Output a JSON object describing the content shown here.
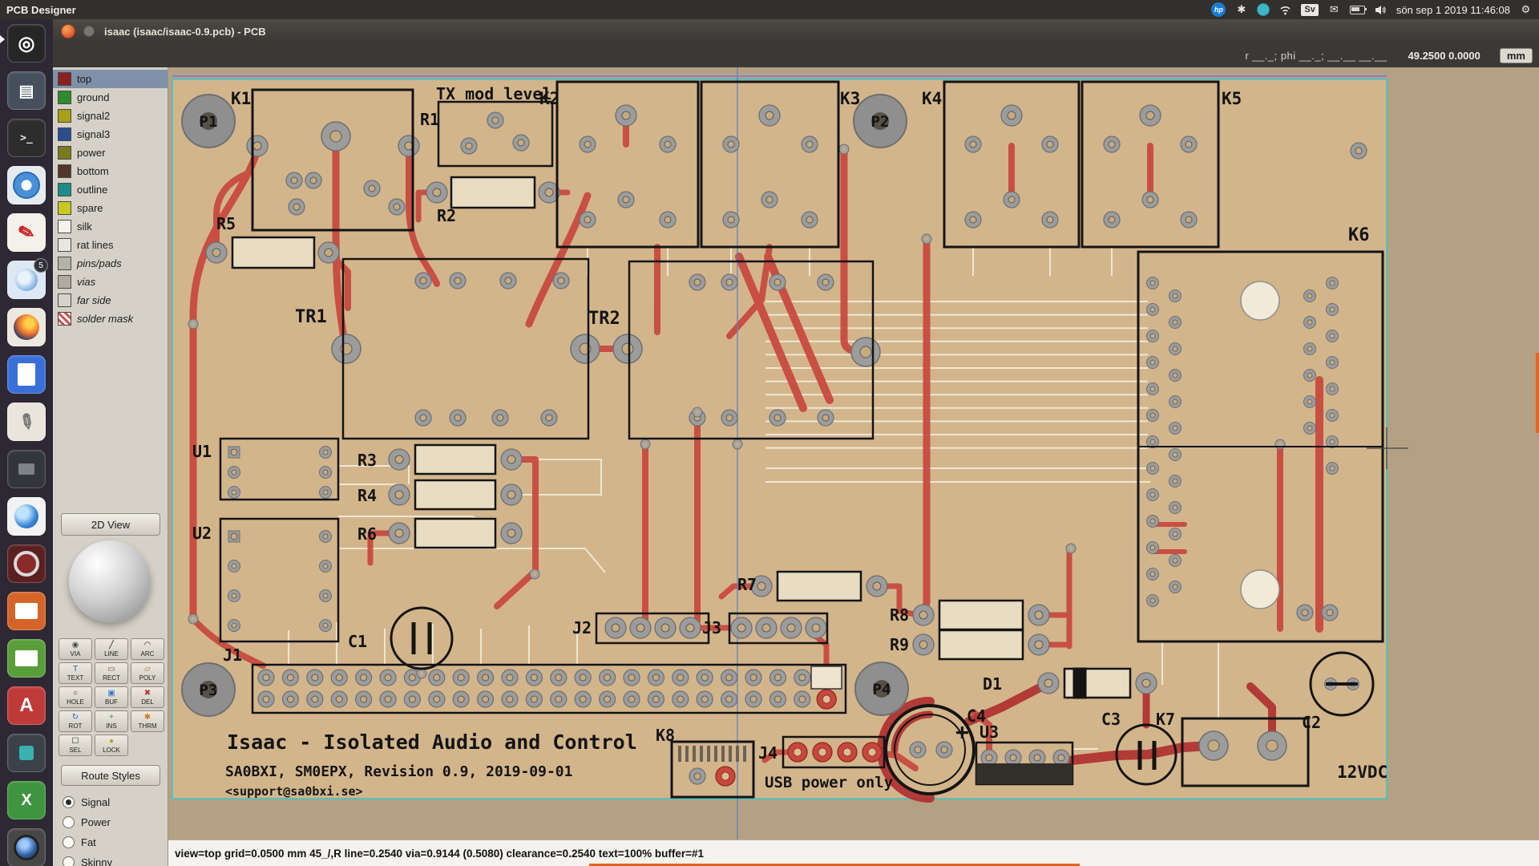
{
  "system_bar": {
    "app_title": "PCB Designer",
    "hp_logo": "hp",
    "tray_star": "✱",
    "mail_glyph": "✉",
    "gear_glyph": "⚙",
    "keyboard_layout": "Sv",
    "clock": "sön sep 1 2019 11:46:08"
  },
  "window": {
    "title": "isaac (isaac/isaac-0.9.pcb) - PCB",
    "readout_rel": "r __._; phi __._;   __.__ __.__",
    "readout_abs": "49.2500 0.0000",
    "unit_button": "mm"
  },
  "launcher": {
    "pcb_glyph": "◎",
    "files_glyph": "▤",
    "terminal_glyph": ">_",
    "draw_glyph": "✎",
    "paint_badge": "5",
    "pencil_glyph": "✎",
    "fonts_glyph": "A",
    "xterm_glyph": "X"
  },
  "layers": [
    {
      "label": "top",
      "color": "#8b2020",
      "selected": true
    },
    {
      "label": "ground",
      "color": "#2e8b2e",
      "selected": false
    },
    {
      "label": "signal2",
      "color": "#a8a015",
      "selected": false
    },
    {
      "label": "signal3",
      "color": "#2a4d8f",
      "selected": false
    },
    {
      "label": "power",
      "color": "#7a7a1e",
      "selected": false
    },
    {
      "label": "bottom",
      "color": "#53362a",
      "selected": false
    },
    {
      "label": "outline",
      "color": "#1e8b8b",
      "selected": false
    },
    {
      "label": "spare",
      "color": "#c8c81e",
      "selected": false
    },
    {
      "label": "silk",
      "color": "#f4f2ec",
      "selected": false
    },
    {
      "label": "rat lines",
      "color": "#e8e6e0",
      "selected": false
    },
    {
      "label": "pins/pads",
      "color": "#b6b2aa",
      "selected": false
    },
    {
      "label": "vias",
      "color": "#aeaaa2",
      "selected": false
    },
    {
      "label": "far side",
      "color": "#d6d3cc",
      "selected": false
    },
    {
      "label": "solder mask",
      "color": "#c05050",
      "selected": false
    }
  ],
  "panel": {
    "view_button": "2D View",
    "route_styles_button": "Route Styles",
    "styles": [
      {
        "label": "Signal",
        "selected": true
      },
      {
        "label": "Power",
        "selected": false
      },
      {
        "label": "Fat",
        "selected": false
      },
      {
        "label": "Skinny",
        "selected": false
      }
    ],
    "tools": [
      {
        "label": "VIA",
        "icon": "◉",
        "c": "#4a4a4a"
      },
      {
        "label": "LINE",
        "icon": "╱",
        "c": "#222222"
      },
      {
        "label": "ARC",
        "icon": "◠",
        "c": "#222222"
      },
      {
        "label": "TEXT",
        "icon": "T",
        "c": "#2255bb"
      },
      {
        "label": "RECT",
        "icon": "▭",
        "c": "#8a4a20"
      },
      {
        "label": "POLY",
        "icon": "▱",
        "c": "#b07030"
      },
      {
        "label": "HOLE",
        "icon": "○",
        "c": "#222222"
      },
      {
        "label": "BUF",
        "icon": "▣",
        "c": "#3a7ad0"
      },
      {
        "label": "DEL",
        "icon": "✖",
        "c": "#c03030"
      },
      {
        "label": "ROT",
        "icon": "↻",
        "c": "#2a6ad0"
      },
      {
        "label": "INS",
        "icon": "+",
        "c": "#2a9a3a"
      },
      {
        "label": "THRM",
        "icon": "✱",
        "c": "#d07820"
      },
      {
        "label": "SEL",
        "icon": "☐",
        "c": "#222222"
      },
      {
        "label": "LOCK",
        "icon": "●",
        "c": "#b8a020"
      }
    ]
  },
  "status": {
    "text": "view=top  grid=0.0500 mm  45_/,R  line=0.2540  via=0.9144 (0.5080)  clearance=0.2540  text=100%  buffer=#1"
  },
  "pcb": {
    "labels": {
      "k1": "K1",
      "k2": "K2",
      "k3": "K3",
      "k4": "K4",
      "k5": "K5",
      "k6": "K6",
      "k7": "K7",
      "k8": "K8",
      "r1": "R1",
      "r2": "R2",
      "r3": "R3",
      "r4": "R4",
      "r5": "R5",
      "r6": "R6",
      "r7": "R7",
      "r8": "R8",
      "r9": "R9",
      "tr1": "TR1",
      "tr2": "TR2",
      "u1": "U1",
      "u2": "U2",
      "u3": "U3",
      "c1": "C1",
      "c2": "C2",
      "c3": "C3",
      "c4": "C4",
      "j1": "J1",
      "j2": "J2",
      "j3": "J3",
      "j4": "J4",
      "d1": "D1",
      "p1": "P1",
      "p2": "P2",
      "p3": "P3",
      "p4": "P4",
      "plus": "+",
      "tx": "TX mod level",
      "usb": "USB power only",
      "v12": "12VDC",
      "title": "Isaac  -  Isolated Audio and Control",
      "subtitle": "SA0BXI, SM0EPX, Revision 0.9, 2019-09-01",
      "support": "<support@sa0bxi.se>"
    }
  }
}
